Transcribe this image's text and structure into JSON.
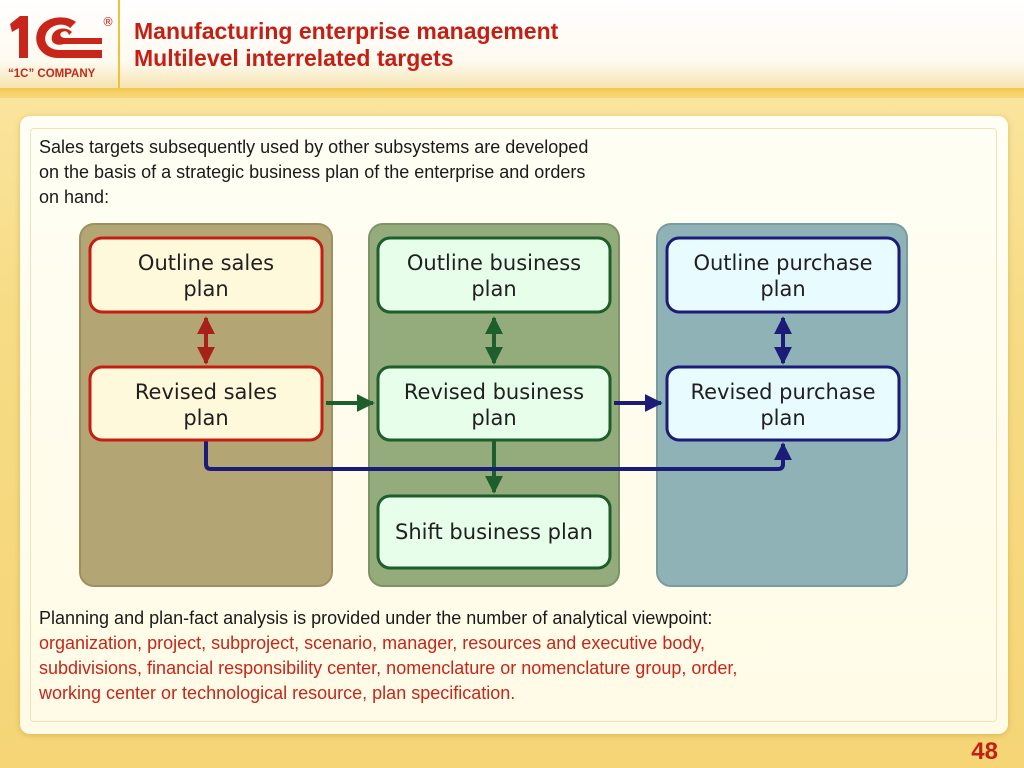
{
  "logo": {
    "mark": "1C",
    "caption": "“1C” COMPANY",
    "registered": "®"
  },
  "header": {
    "title_line1": "Manufacturing enterprise management",
    "title_line2": "Multilevel interrelated targets"
  },
  "intro": {
    "line1": "Sales targets subsequently used by other subsystems  are developed",
    "line2": "on the basis of a strategic business plan of the enterprise and orders",
    "line3": "on hand:"
  },
  "diagram": {
    "columns": [
      {
        "id": "sales",
        "colors": {
          "panel": "#b4a574",
          "fill": "#fff9dc",
          "border": "#c41e14",
          "arrow": "#a8201a"
        },
        "boxes": [
          {
            "id": "outline-sales-plan",
            "line1": "Outline sales",
            "line2": "plan"
          },
          {
            "id": "revised-sales-plan",
            "line1": "Revised sales",
            "line2": "plan"
          }
        ]
      },
      {
        "id": "business",
        "colors": {
          "panel": "#94ab7c",
          "fill": "#e7ffea",
          "border": "#1d5e2a",
          "arrow": "#1d5e2a"
        },
        "boxes": [
          {
            "id": "outline-business-plan",
            "line1": "Outline business",
            "line2": "plan"
          },
          {
            "id": "revised-business-plan",
            "line1": "Revised business",
            "line2": "plan"
          },
          {
            "id": "shift-business-plan",
            "line1": "Shift business plan",
            "line2": ""
          }
        ]
      },
      {
        "id": "purchase",
        "colors": {
          "panel": "#8eb2b6",
          "fill": "#e8fbff",
          "border": "#1b1b78",
          "arrow": "#1b1b78"
        },
        "boxes": [
          {
            "id": "outline-purchase-plan",
            "line1": "Outline purchase",
            "line2": "plan"
          },
          {
            "id": "revised-purchase-plan",
            "line1": "Revised purchase",
            "line2": "plan"
          }
        ]
      }
    ],
    "connections": [
      {
        "from": "outline-sales-plan",
        "to": "revised-sales-plan",
        "style": "bidirectional"
      },
      {
        "from": "outline-business-plan",
        "to": "revised-business-plan",
        "style": "bidirectional"
      },
      {
        "from": "outline-purchase-plan",
        "to": "revised-purchase-plan",
        "style": "bidirectional"
      },
      {
        "from": "revised-sales-plan",
        "to": "revised-business-plan",
        "style": "arrow"
      },
      {
        "from": "revised-business-plan",
        "to": "revised-purchase-plan",
        "style": "arrow"
      },
      {
        "from": "revised-business-plan",
        "to": "shift-business-plan",
        "style": "arrow"
      },
      {
        "from": "revised-sales-plan",
        "to": "revised-purchase-plan",
        "style": "arrow"
      }
    ]
  },
  "note": {
    "lead": "Planning and plan-fact analysis is provided under the number of analytical viewpoint:",
    "line1": "organization, project, subproject, scenario, manager, resources and executive body,",
    "line2": "subdivisions, financial responsibility center, nomenclature or nomenclature group, order,",
    "line3": "working center or technological resource, plan specification."
  },
  "page_number": "48",
  "colors": {
    "accent_red": "#c31f14",
    "header_gold": "#f3c64d"
  }
}
